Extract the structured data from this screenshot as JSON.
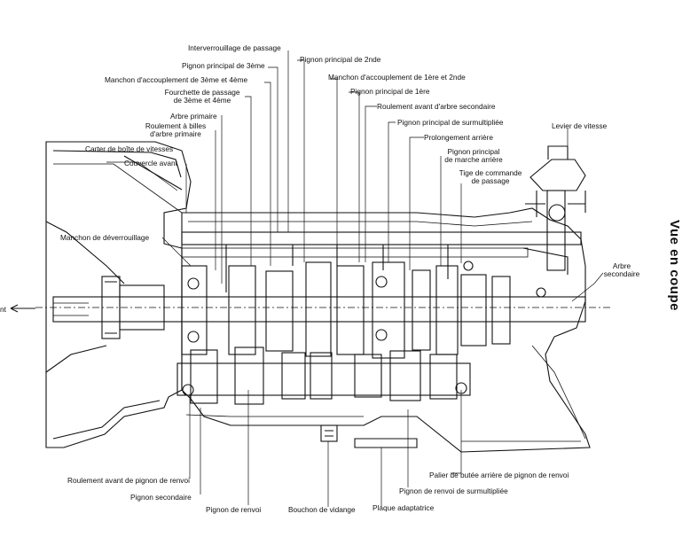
{
  "title": "Vue en coupe",
  "labels": {
    "interverrouillage": "Interverrouillage de passage",
    "pignon_3eme": "Pignon principal de 3ème",
    "pignon_2nde": "Pignon principal de 2nde",
    "manchon_3_4": "Manchon d'accouplement de 3ème et 4ème",
    "manchon_1_2": "Manchon d'accouplement de 1ère et 2nde",
    "fourchette_l1": "Fourchette de passage",
    "fourchette_l2": "de 3ème et 4ème",
    "pignon_1ere": "Pignon principal de 1ère",
    "roulement_avant_secondaire": "Roulement avant d'arbre secondaire",
    "arbre_primaire": "Arbre primaire",
    "pignon_surmultipliee": "Pignon principal de surmultipliée",
    "roulement_billes_l1": "Roulement à billes",
    "roulement_billes_l2": "d'arbre primaire",
    "levier_vitesse": "Levier de vitesse",
    "carter": "Carter de boîte de vitesses",
    "prolongement": "Prolongement arrière",
    "couvercle": "Couvercle avant",
    "marche_arriere_l1": "Pignon principal",
    "marche_arriere_l2": "de marche arrière",
    "tige_l1": "Tige de commande",
    "tige_l2": "de passage",
    "manchon_deverrouillage": "Manchon de déverrouillage",
    "arbre_secondaire_l1": "Arbre",
    "arbre_secondaire_l2": "secondaire",
    "arrow_text": "nt",
    "roulement_renvoi": "Roulement avant de pignon de renvoi",
    "palier_butee": "Palier de butée arrière de pignon de renvoi",
    "pignon_secondaire": "Pignon secondaire",
    "pignon_renvoi_surmult": "Pignon de renvoi de surmultipliée",
    "pignon_renvoi": "Pignon de renvoi",
    "bouchon": "Bouchon de vidange",
    "plaque": "Plaque adaptatrice"
  }
}
